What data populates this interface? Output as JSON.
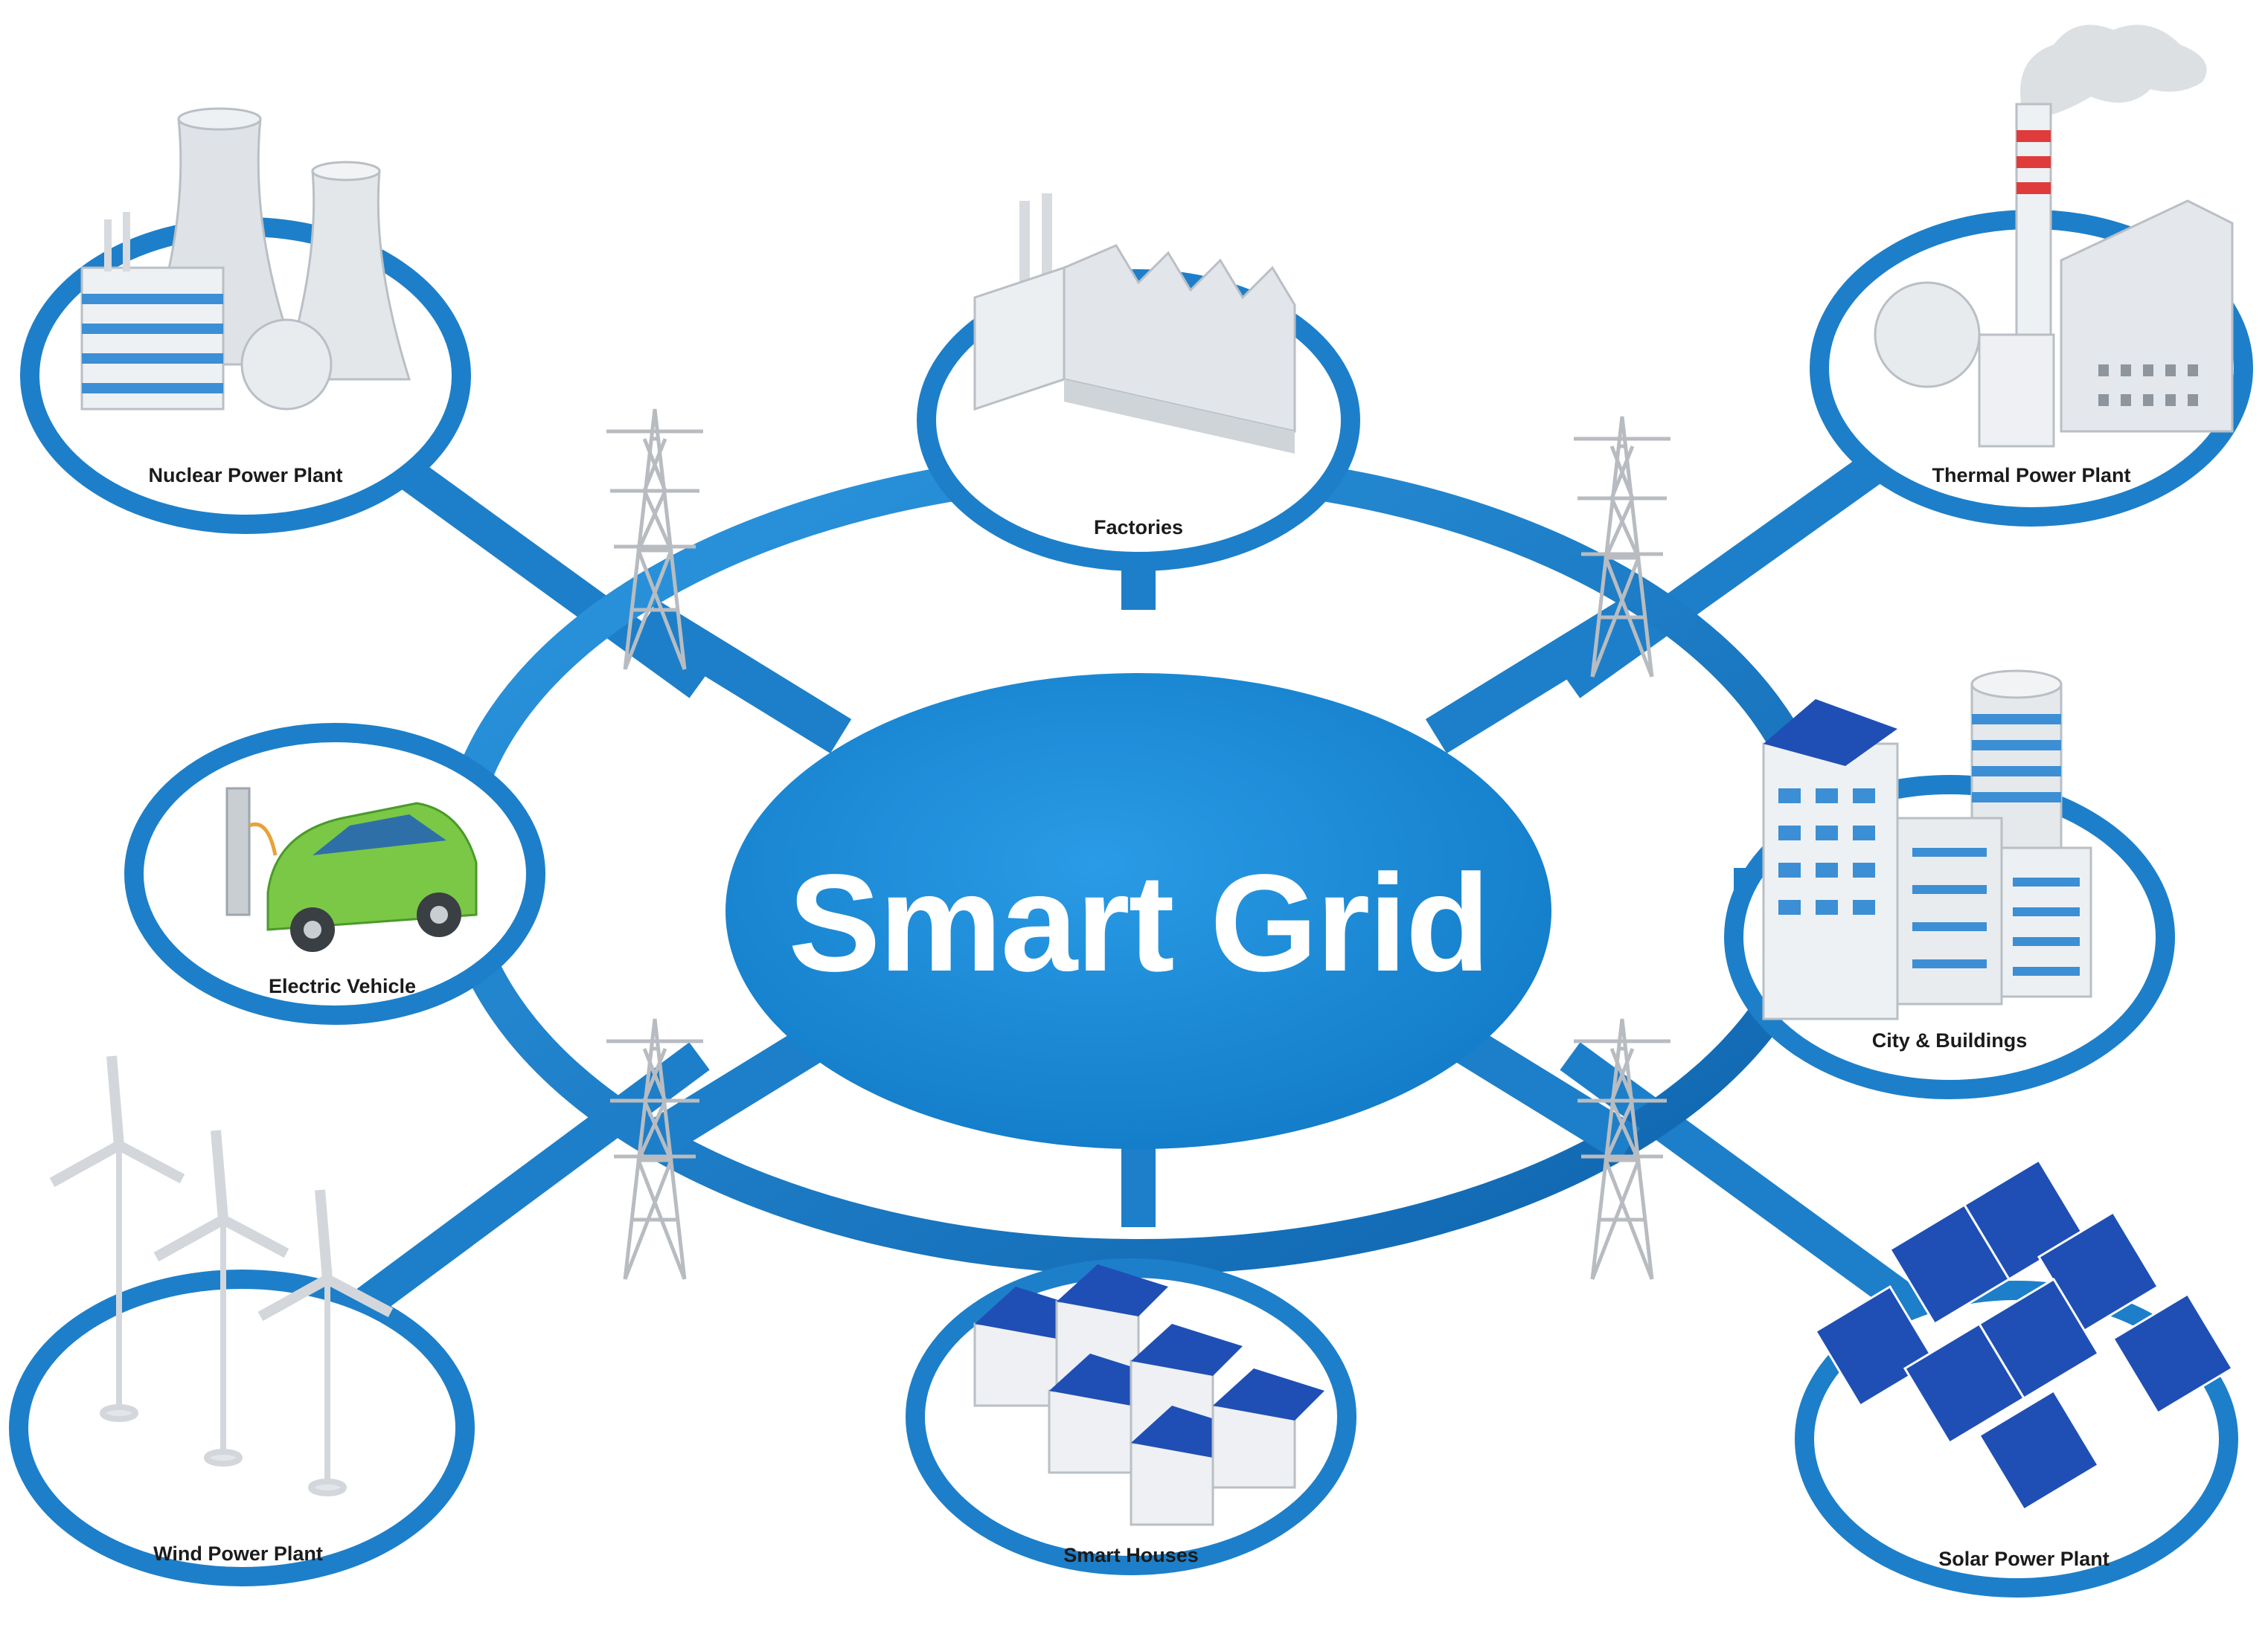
{
  "hub": {
    "title": "Smart Grid"
  },
  "nodes": {
    "nuclear": {
      "label": "Nuclear Power Plant",
      "icon": "nuclear-plant-icon"
    },
    "factories": {
      "label": "Factories",
      "icon": "factory-icon"
    },
    "thermal": {
      "label": "Thermal Power Plant",
      "icon": "thermal-plant-icon"
    },
    "ev": {
      "label": "Electric Vehicle",
      "icon": "electric-car-icon"
    },
    "city": {
      "label": "City & Buildings",
      "icon": "city-buildings-icon"
    },
    "wind": {
      "label": "Wind Power Plant",
      "icon": "wind-turbine-icon"
    },
    "houses": {
      "label": "Smart Houses",
      "icon": "smart-house-icon"
    },
    "solar": {
      "label": "Solar Power Plant",
      "icon": "solar-panel-icon"
    }
  },
  "colors": {
    "ring": "#1d7fc9",
    "hub": "#1a8ad6",
    "connector": "#1d7fc9",
    "pylon": "#c4c7cb",
    "solar_cell": "#1f4fb5"
  }
}
